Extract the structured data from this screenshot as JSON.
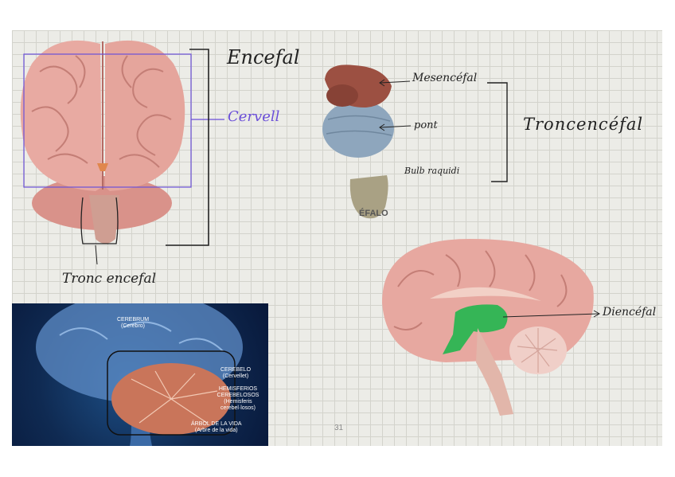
{
  "page_number": "31",
  "annotations": {
    "encefal": "Encefal",
    "cervell": "Cervell",
    "tronc_encefal_bottom": "Tronc encefal",
    "mesencefal": "Mesencéfal",
    "pont": "pont",
    "bulb": "Bulb raquidi",
    "tronc_encefal_right": "Troncencéfal",
    "diencefal": "Diencéfal"
  },
  "brainstem_caption": "ÉFALO",
  "photo_labels": {
    "cerebrum": "CEREBRUM",
    "cerebrum_sub": "(Cerebro)",
    "cerebelo": "CEREBELO",
    "cerebelo_sub": "(Cervellet)",
    "hemisferios": "HEMISFERIOS CEREBELOSOS",
    "hemisferios_sub": "(Hemisferis cerebel·losos)",
    "arbol": "ÁRBOL DE LA VIDA",
    "arbol_sub": "(Arbre de la vida)"
  },
  "colors": {
    "purple_ink": "#6b4fd8",
    "brain_pink": "#e7a8a0",
    "mesencephalon": "#9c5042",
    "pons": "#8ea6bd",
    "medulla": "#a9a184",
    "diencephalon_green": "#35b556"
  }
}
